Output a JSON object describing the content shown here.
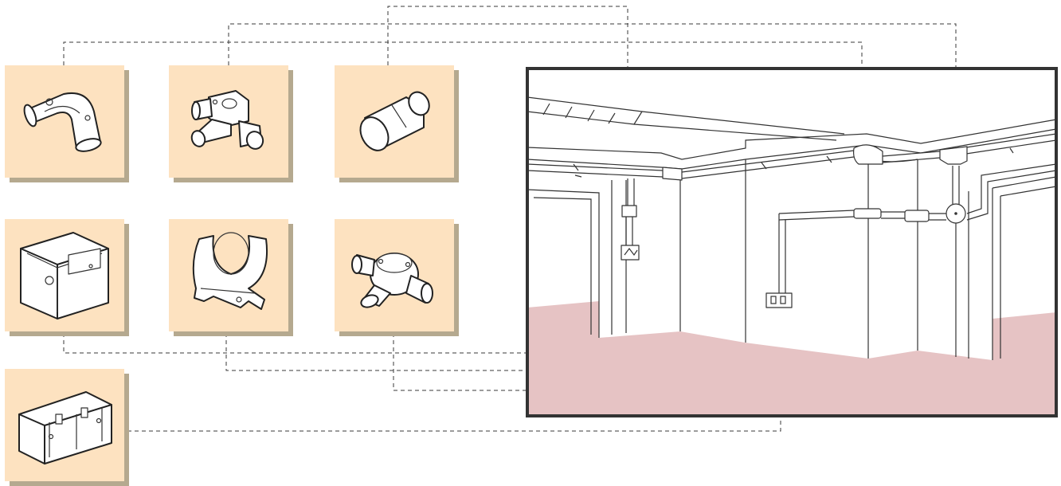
{
  "components": [
    {
      "id": "elbow",
      "icon": "conduit-elbow-icon"
    },
    {
      "id": "tee",
      "icon": "conduit-tee-box-icon"
    },
    {
      "id": "coupler",
      "icon": "conduit-coupler-icon"
    },
    {
      "id": "back-box",
      "icon": "surface-back-box-icon"
    },
    {
      "id": "saddle-clip",
      "icon": "conduit-saddle-clip-icon"
    },
    {
      "id": "three-way-box",
      "icon": "three-way-junction-box-icon"
    },
    {
      "id": "double-back-box",
      "icon": "double-back-box-icon"
    }
  ],
  "colors": {
    "tile": "#fde2c0",
    "tile_shadow": "#b5a98f",
    "floor": "#e6c3c4",
    "frame": "#333333",
    "ink": "#222222"
  },
  "scene": {
    "icon": "room-conduit-installation-scene"
  }
}
